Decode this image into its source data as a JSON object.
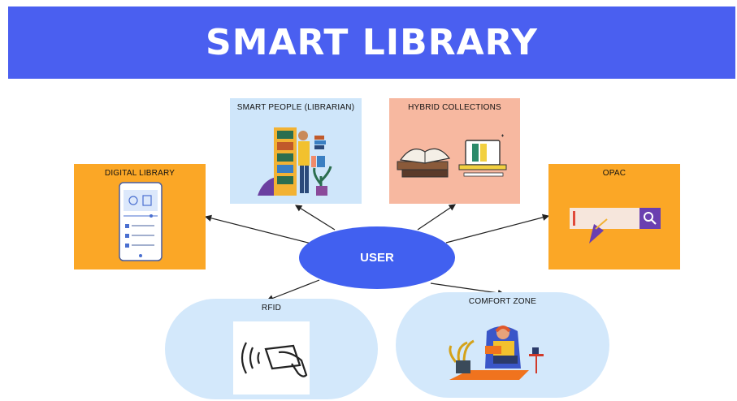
{
  "title": "SMART LIBRARY",
  "center": {
    "label": "USER"
  },
  "nodes": {
    "smart_people": {
      "label": "SMART PEOPLE (LIBRARIAN)"
    },
    "hybrid_collections": {
      "label": "HYBRID COLLECTIONS"
    },
    "digital_library": {
      "label": "DIGITAL LIBRARY"
    },
    "opac": {
      "label": "OPAC"
    },
    "rfid": {
      "label": "RFID"
    },
    "comfort_zone": {
      "label": "COMFORT ZONE"
    }
  },
  "colors": {
    "banner": "#4a5ff0",
    "user_node": "#4160f0",
    "light_blue": "#cfe6fa",
    "peach": "#f7b8a0",
    "orange": "#fba726"
  }
}
